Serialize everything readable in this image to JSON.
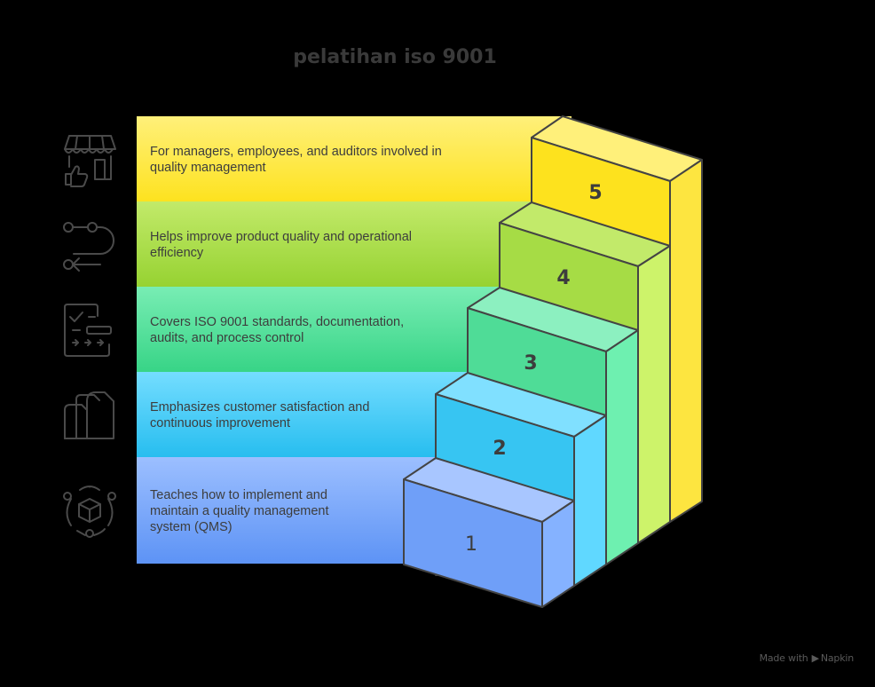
{
  "title": "pelatihan iso 9001",
  "footer": {
    "made_with": "Made with",
    "brand": "Napkin"
  },
  "levels": [
    {
      "number": "1",
      "text_line1": "Teaches how to implement and",
      "text_line2": "maintain a quality management",
      "text_line3": "system (QMS)",
      "icon": "cube-network-icon"
    },
    {
      "number": "2",
      "text_line1": "Emphasizes customer satisfaction and",
      "text_line2": "continuous improvement",
      "icon": "documents-icon"
    },
    {
      "number": "3",
      "text_line1": "Covers ISO 9001 standards, documentation,",
      "text_line2": "audits, and process control",
      "icon": "checklist-icon"
    },
    {
      "number": "4",
      "text_line1": "Helps improve product quality and operational",
      "text_line2": "efficiency",
      "icon": "process-flow-icon"
    },
    {
      "number": "5",
      "text_line1": "For managers, employees, and auditors involved in",
      "text_line2": "quality management",
      "icon": "store-thumbs-up-icon"
    }
  ],
  "colors": {
    "level1": "#6f9ff8",
    "level2": "#37c5f2",
    "level3": "#4fdc97",
    "level4": "#a6dc45",
    "level5": "#fde540"
  }
}
